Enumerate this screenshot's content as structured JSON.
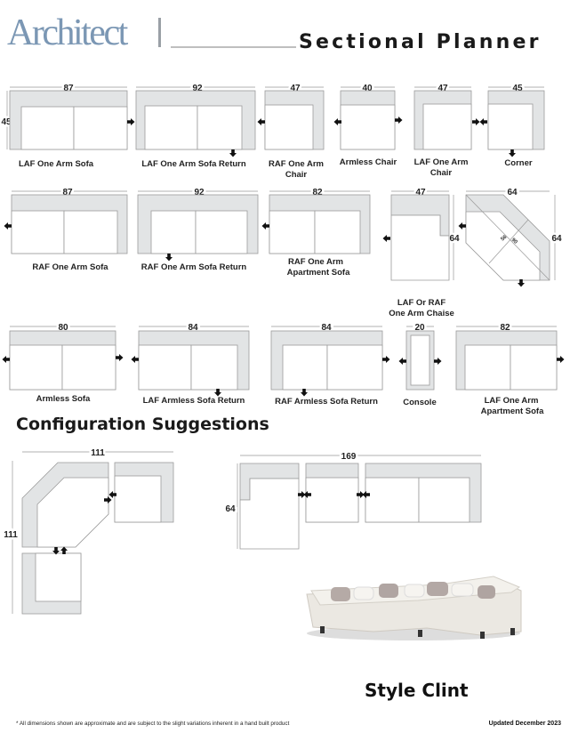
{
  "header": {
    "brand": "Architect",
    "title": "Sectional Planner"
  },
  "pieces": {
    "laf_one_arm_sofa": {
      "label": "LAF One Arm Sofa",
      "width": "87",
      "depth": "45"
    },
    "laf_one_arm_sofa_return": {
      "label": "LAF One Arm Sofa Return",
      "width": "92"
    },
    "raf_one_arm_chair": {
      "label1": "RAF One Arm",
      "label2": "Chair",
      "width": "47"
    },
    "armless_chair": {
      "label": "Armless Chair",
      "width": "40"
    },
    "laf_one_arm_chair": {
      "label1": "LAF One Arm",
      "label2": "Chair",
      "width": "47"
    },
    "corner": {
      "label": "Corner",
      "width": "45"
    },
    "raf_one_arm_sofa": {
      "label": "RAF One Arm Sofa",
      "width": "87"
    },
    "raf_one_arm_sofa_return": {
      "label": "RAF One Arm Sofa Return",
      "width": "92"
    },
    "raf_one_arm_apartment_sofa": {
      "label1": "RAF One Arm",
      "label2": "Apartment Sofa",
      "width": "82"
    },
    "chaise": {
      "label1": "LAF Or RAF",
      "label2": "One Arm Chaise",
      "width": "47",
      "depth": "64"
    },
    "wedge": {
      "width": "64",
      "depth": "64",
      "inner1": "56",
      "inner2": "90"
    },
    "armless_sofa": {
      "label": "Armless Sofa",
      "width": "80"
    },
    "laf_armless_sofa_return": {
      "label": "LAF Armless Sofa Return",
      "width": "84"
    },
    "raf_armless_sofa_return": {
      "label": "RAF Armless Sofa Return",
      "width": "84"
    },
    "console": {
      "label": "Console",
      "width": "20"
    },
    "laf_one_arm_apartment_sofa": {
      "label1": "LAF One Arm",
      "label2": "Apartment Sofa",
      "width": "82"
    }
  },
  "config": {
    "title": "Configuration Suggestions",
    "c1": {
      "width": "111",
      "depth": "111"
    },
    "c2": {
      "width": "169",
      "depth": "64"
    }
  },
  "style_name": "Style Clint",
  "footer": {
    "disclaimer": "* All dimensions shown are approximate and are subject to the slight variations inherent in a hand built product",
    "updated": "Updated December 2023"
  },
  "colors": {
    "brand": "#7b97b4",
    "arm_fill": "#e2e4e5"
  }
}
